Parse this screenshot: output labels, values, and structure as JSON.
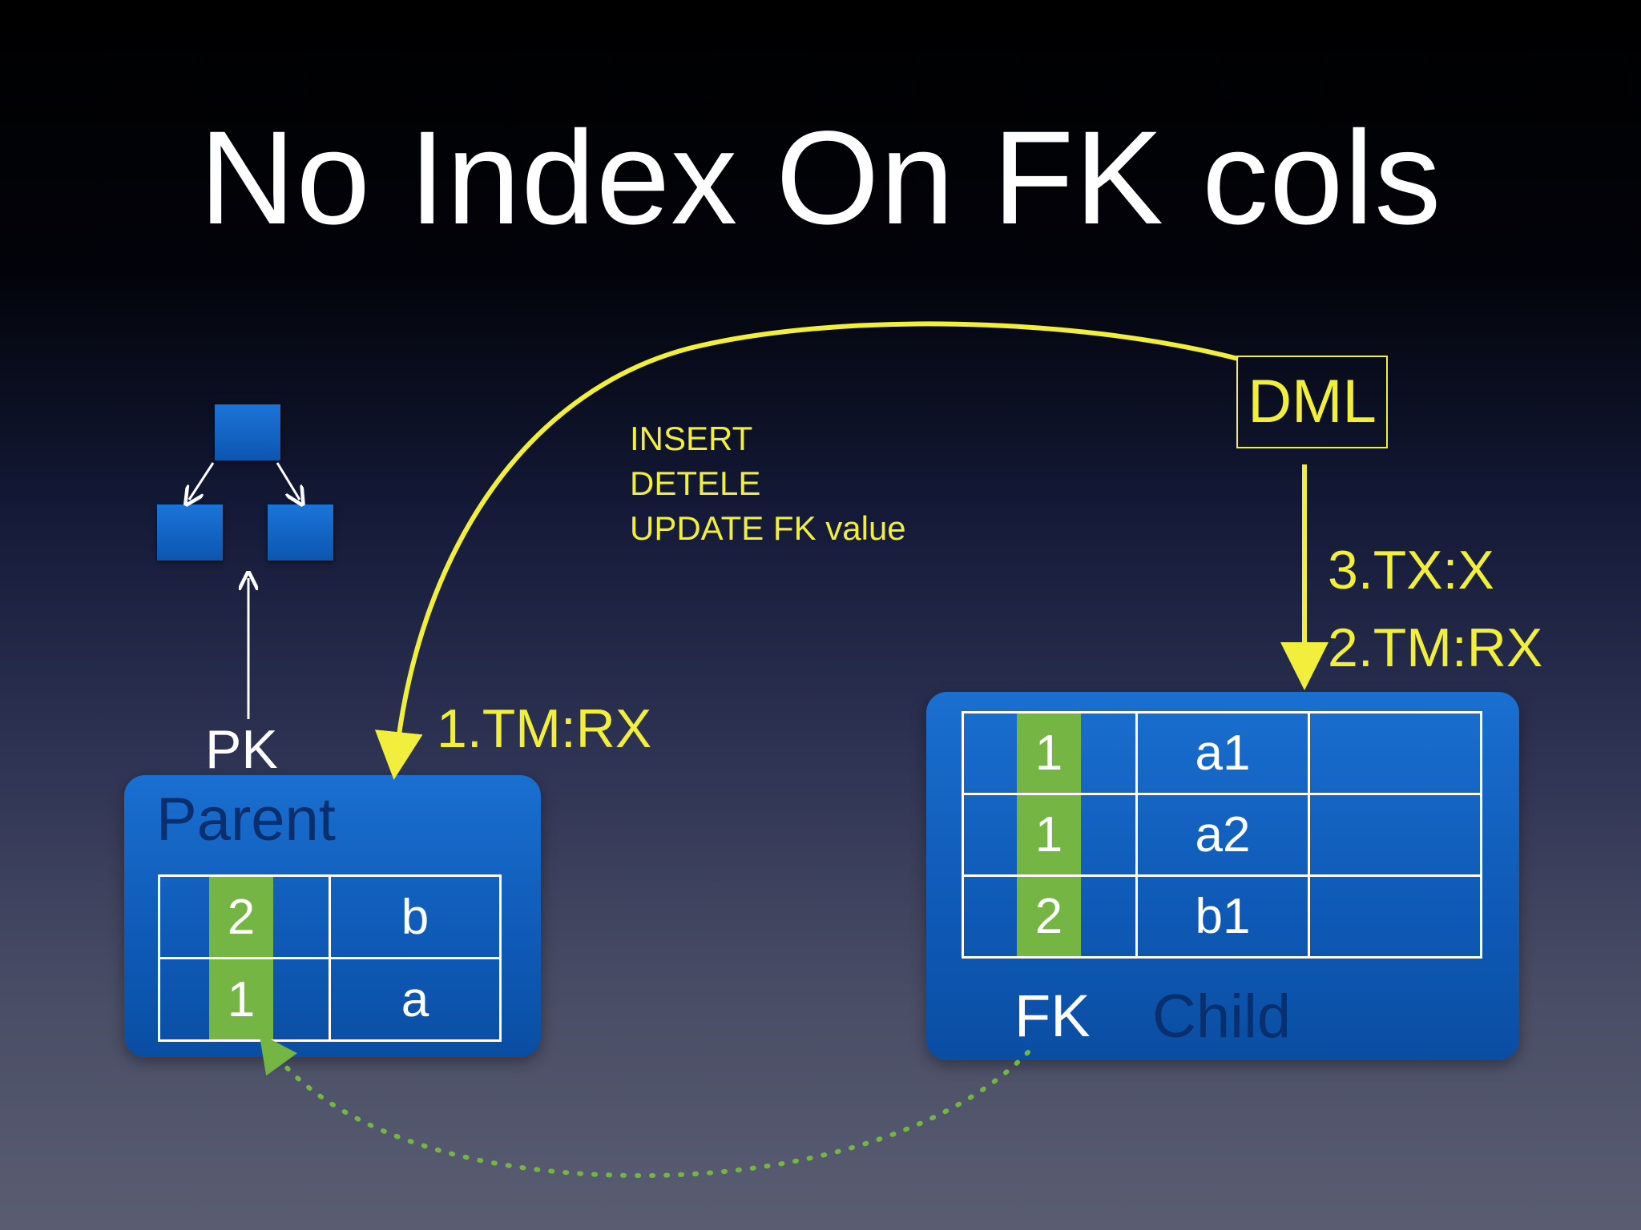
{
  "title": "No Index On FK cols",
  "dml": {
    "label": "DML",
    "operations": [
      "INSERT",
      "DETELE",
      "UPDATE FK value"
    ]
  },
  "locks": {
    "parent_lock": "1.TM:RX",
    "child_lock_tm": "2.TM:RX",
    "child_lock_tx": "3.TX:X"
  },
  "parent": {
    "name": "Parent",
    "pk_label": "PK",
    "rows": [
      {
        "key": "2",
        "value": "b"
      },
      {
        "key": "1",
        "value": "a"
      }
    ]
  },
  "child": {
    "name": "Child",
    "fk_label": "FK",
    "rows": [
      {
        "key": "1",
        "value": "a1"
      },
      {
        "key": "1",
        "value": "a2"
      },
      {
        "key": "2",
        "value": "b1"
      }
    ]
  },
  "colors": {
    "yellow": "#f2ee3c",
    "green": "#74b543",
    "blue": "#0f5bb8",
    "navy": "#0a2f6e"
  }
}
